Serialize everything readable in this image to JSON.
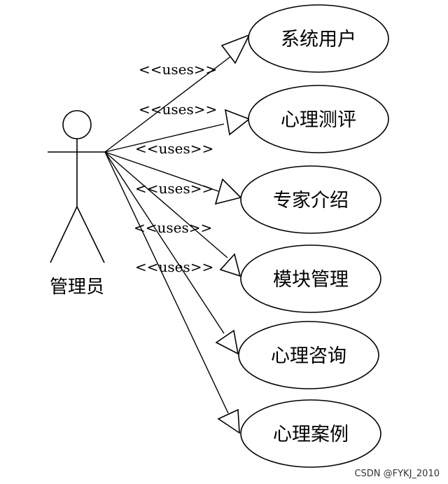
{
  "diagram": {
    "actor": {
      "label": "管理员",
      "icon": "stick-figure-actor-icon"
    },
    "relation_label": "<<uses>>",
    "use_cases": [
      {
        "label": "系统用户"
      },
      {
        "label": "心理测评"
      },
      {
        "label": "专家介绍"
      },
      {
        "label": "模块管理"
      },
      {
        "label": "心理咨询"
      },
      {
        "label": "心理案例"
      }
    ]
  },
  "watermark": {
    "text": "CSDN @FYKJ_2010"
  },
  "colors": {
    "stroke": "#000000",
    "background": "#ffffff"
  }
}
